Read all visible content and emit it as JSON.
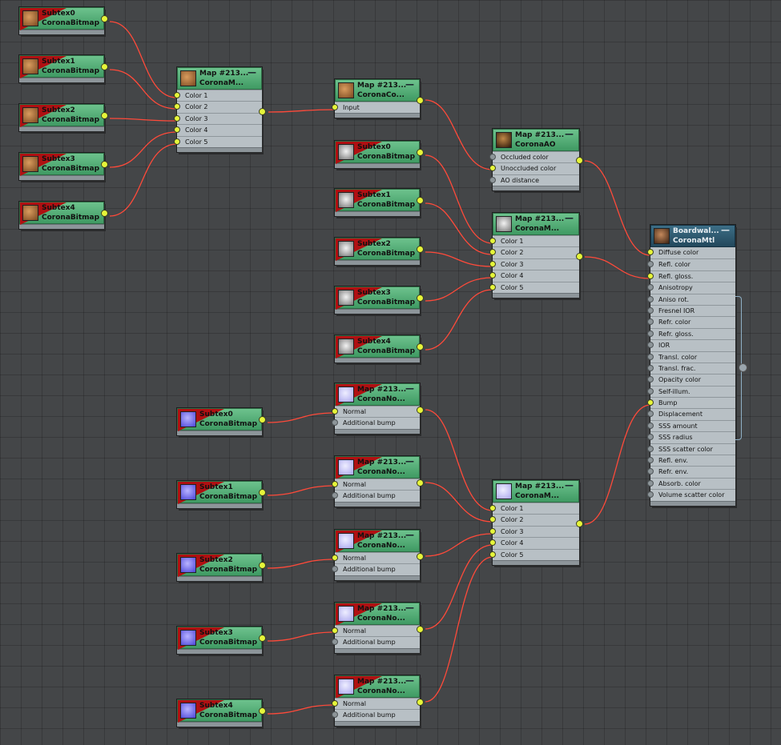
{
  "strings": {
    "subtex0": "Subtex0",
    "subtex1": "Subtex1",
    "subtex2": "Subtex2",
    "subtex3": "Subtex3",
    "subtex4": "Subtex4",
    "corona_bitmap": "CoronaBitmap",
    "map_id": "Map #213...",
    "corona_m": "CoronaM...",
    "corona_co": "CoronaCo...",
    "corona_no": "CoronaNo...",
    "corona_ao": "CoronaAO",
    "collapse": "—",
    "color_1": "Color 1",
    "color_2": "Color 2",
    "color_3": "Color 3",
    "color_4": "Color 4",
    "color_5": "Color 5",
    "input": "Input",
    "occluded_color": "Occluded color",
    "unoccluded_color": "Unoccluded color",
    "ao_distance": "AO distance",
    "normal": "Normal",
    "additional_bump": "Additional bump",
    "material_title": "Boardwal...",
    "material_type": "CoronaMtl"
  },
  "material_slots": [
    "Diffuse color",
    "Refl. color",
    "Refl. gloss.",
    "Anisotropy",
    "Aniso rot.",
    "Fresnel IOR",
    "Refr. color",
    "Refr. gloss.",
    "IOR",
    "Transl. color",
    "Transl. frac.",
    "Opacity color",
    "Self-illum.",
    "Bump",
    "Displacement",
    "SSS amount",
    "SSS radius",
    "SSS scatter color",
    "Refl. env.",
    "Refr. env.",
    "Absorb. color",
    "Volume scatter color"
  ],
  "colors": {
    "wire": "#ff4a3a",
    "node_header": "#4fae72",
    "selected_header": "#2d5b72",
    "connected_port": "#e6f53a",
    "canvas": "#444648"
  }
}
